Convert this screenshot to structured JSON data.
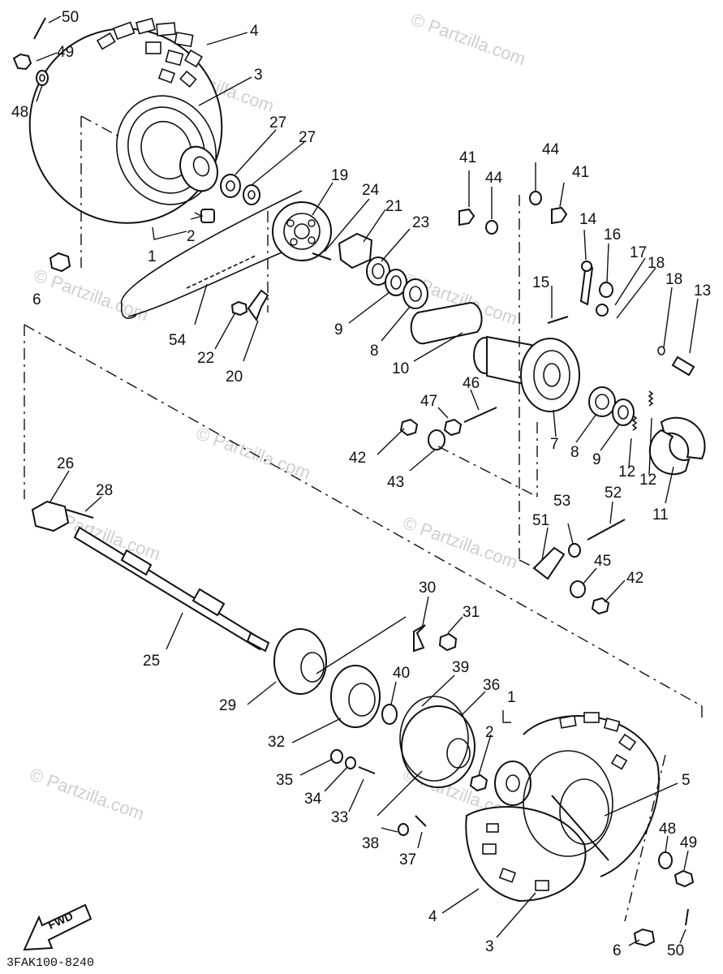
{
  "diagram_code": "3FAK100-8240",
  "fwd_label": "FWD",
  "watermarks": [
    "© Partzilla.com",
    "© Partzilla.com",
    "© Partzilla.com",
    "© Partzilla.com",
    "© Partzilla.com",
    "© Partzilla.com",
    "© Partzilla.com",
    "© Partzilla.com",
    "© Partzilla.com"
  ],
  "callouts": {
    "c50a": "50",
    "c49a": "49",
    "c48a": "48",
    "c4a": "4",
    "c3a": "3",
    "c27a": "27",
    "c27b": "27",
    "c2a": "2",
    "c1a": "1",
    "c6a": "6",
    "c19": "19",
    "c24": "24",
    "c21": "21",
    "c23": "23",
    "c54": "54",
    "c22": "22",
    "c20": "20",
    "c9a": "9",
    "c8a": "8",
    "c10": "10",
    "c41a": "41",
    "c44a": "44",
    "c44b": "44",
    "c41b": "41",
    "c14": "14",
    "c16": "16",
    "c15": "15",
    "c17": "17",
    "c18a": "18",
    "c18b": "18",
    "c13": "13",
    "c46": "46",
    "c47": "47",
    "c42a": "42",
    "c43": "43",
    "c7": "7",
    "c8b": "8",
    "c9b": "9",
    "c12a": "12",
    "c12b": "12",
    "c11": "11",
    "c26": "26",
    "c28": "28",
    "c25": "25",
    "c53": "53",
    "c52": "52",
    "c51": "51",
    "c45": "45",
    "c42b": "42",
    "c30": "30",
    "c31": "31",
    "c29": "29",
    "c40": "40",
    "c39": "39",
    "c36": "36",
    "c1b": "1",
    "c2b": "2",
    "c32": "32",
    "c35": "35",
    "c34": "34",
    "c33": "33",
    "c38": "38",
    "c37": "37",
    "c5": "5",
    "c48b": "48",
    "c49b": "49",
    "c4b": "4",
    "c3b": "3",
    "c6b": "6",
    "c50b": "50"
  }
}
